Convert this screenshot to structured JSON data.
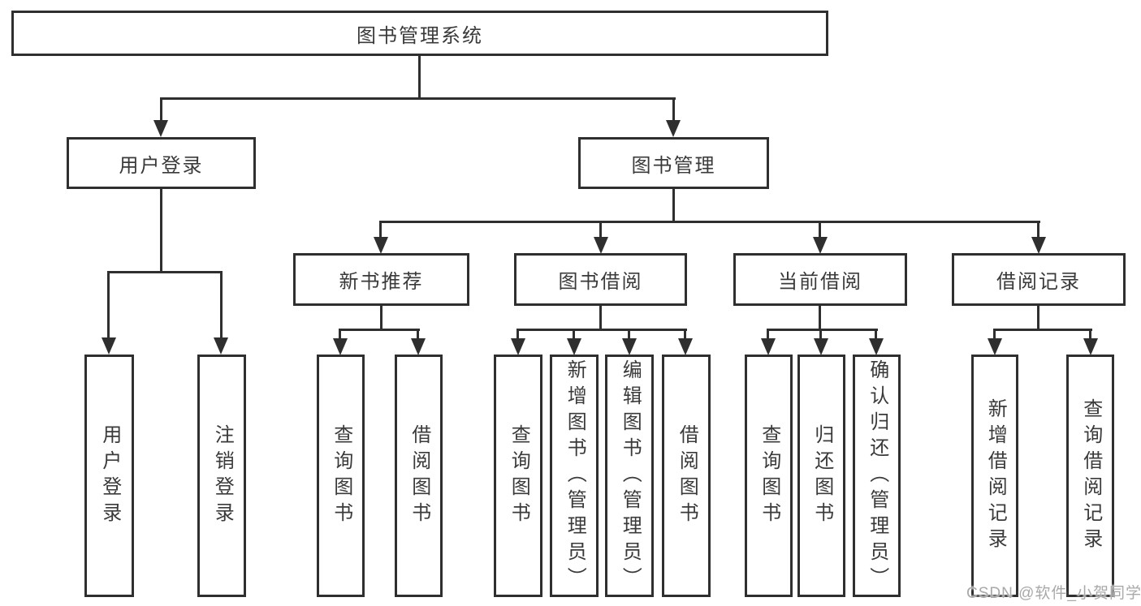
{
  "tree": {
    "root": {
      "label": "图书管理系统"
    },
    "level2": [
      {
        "label": "用户登录",
        "children": [
          {
            "label": "用户登录"
          },
          {
            "label": "注销登录"
          }
        ]
      },
      {
        "label": "图书管理",
        "children": [
          {
            "label": "新书推荐",
            "children": [
              {
                "label": "查询图书"
              },
              {
                "label": "借阅图书"
              }
            ]
          },
          {
            "label": "图书借阅",
            "children": [
              {
                "label": "查询图书"
              },
              {
                "label": "新增图书（管理员）"
              },
              {
                "label": "编辑图书（管理员）"
              },
              {
                "label": "借阅图书"
              }
            ]
          },
          {
            "label": "当前借阅",
            "children": [
              {
                "label": "查询图书"
              },
              {
                "label": "归还图书"
              },
              {
                "label": "确认归还（管理员）"
              }
            ]
          },
          {
            "label": "借阅记录",
            "children": [
              {
                "label": "新增借阅记录"
              },
              {
                "label": "查询借阅记录"
              }
            ]
          }
        ]
      }
    ]
  },
  "watermark": {
    "text": "CSDN @软件_小贺同学"
  },
  "colors": {
    "line": "#2f2f2f",
    "text": "#3a3a3a",
    "watermark": "#a9a9a9",
    "background": "#ffffff"
  }
}
